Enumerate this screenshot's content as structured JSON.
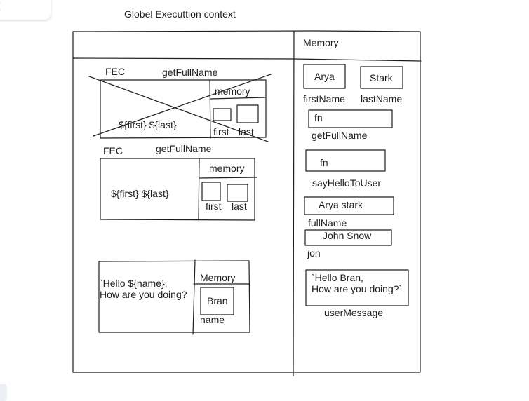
{
  "title": "Globel Executtion context",
  "memory_header": "Memory",
  "fec1": {
    "label": "FEC",
    "fn_name": "getFullName",
    "memory_label": "memory",
    "template": "${first} ${last}",
    "param_first": "first",
    "param_last": "last"
  },
  "fec2": {
    "label": "FEC",
    "fn_name": "getFullName",
    "memory_label": "memory",
    "template": "${first} ${last}",
    "param_first": "first",
    "param_last": "last"
  },
  "fec3": {
    "template": "`Hello ${name},\nHow are you doing?",
    "memory_label": "Memory",
    "value": "Bran",
    "var_name": "name"
  },
  "memory": {
    "firstName": {
      "value": "Arya",
      "name": "firstName"
    },
    "lastName": {
      "value": "Stark",
      "name": "lastName"
    },
    "getFullName": {
      "value": "fn",
      "name": "getFullName"
    },
    "sayHelloToUser": {
      "value": "fn",
      "name": "sayHelloToUser"
    },
    "fullName": {
      "value": "Arya stark",
      "name": "fullName"
    },
    "jon": {
      "value": "John Snow",
      "name": "jon"
    },
    "userMessage": {
      "value": "`Hello Bran,\nHow are you doing?`",
      "name": "userMessage"
    }
  },
  "ui": {
    "theme_icon": "moon-icon"
  }
}
